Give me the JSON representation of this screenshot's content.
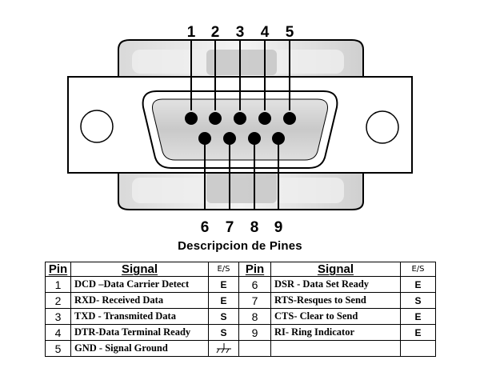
{
  "top_pins": [
    "1",
    "2",
    "3",
    "4",
    "5"
  ],
  "bottom_pins": [
    "6",
    "7",
    "8",
    "9"
  ],
  "title": "Descripcion de Pines",
  "table": {
    "headers": {
      "pin": "Pin",
      "signal": "Signal",
      "es": "E/S",
      "pin2": "Pin",
      "signal2": "Signal",
      "es2": "E/S"
    },
    "rows": [
      {
        "pin": "1",
        "signal": "DCD –Data Carrier Detect",
        "es": "E",
        "pin2": "6",
        "signal2": "DSR - Data Set Ready",
        "es2": "E"
      },
      {
        "pin": "2",
        "signal": "RXD- Received Data",
        "es": "E",
        "pin2": "7",
        "signal2": "RTS-Resques to Send",
        "es2": "S"
      },
      {
        "pin": "3",
        "signal": "TXD - Transmited Data",
        "es": "S",
        "pin2": "8",
        "signal2": "CTS- Clear to Send",
        "es2": "E"
      },
      {
        "pin": "4",
        "signal": "DTR-Data Terminal Ready",
        "es": "S",
        "pin2": "9",
        "signal2": "RI- Ring Indicator",
        "es2": "E"
      },
      {
        "pin": "5",
        "signal": "GND - Signal Ground",
        "es_icon": "signal-ground-icon",
        "pin2": "",
        "signal2": "",
        "es2": ""
      }
    ]
  }
}
